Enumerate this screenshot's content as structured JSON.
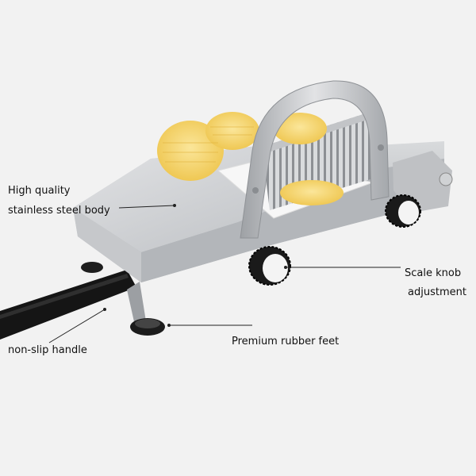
{
  "labels": {
    "body_line1": "High quality",
    "body_line2": "stainless steel body",
    "handle": "non-slip handle",
    "feet": "Premium rubber feet",
    "knob_line1": "Scale knob",
    "knob_line2": "adjustment"
  },
  "colors": {
    "background": "#f2f2f2",
    "steel": "#c9cbce",
    "potato": "#f5d76e",
    "handle": "#1a1a1a"
  }
}
